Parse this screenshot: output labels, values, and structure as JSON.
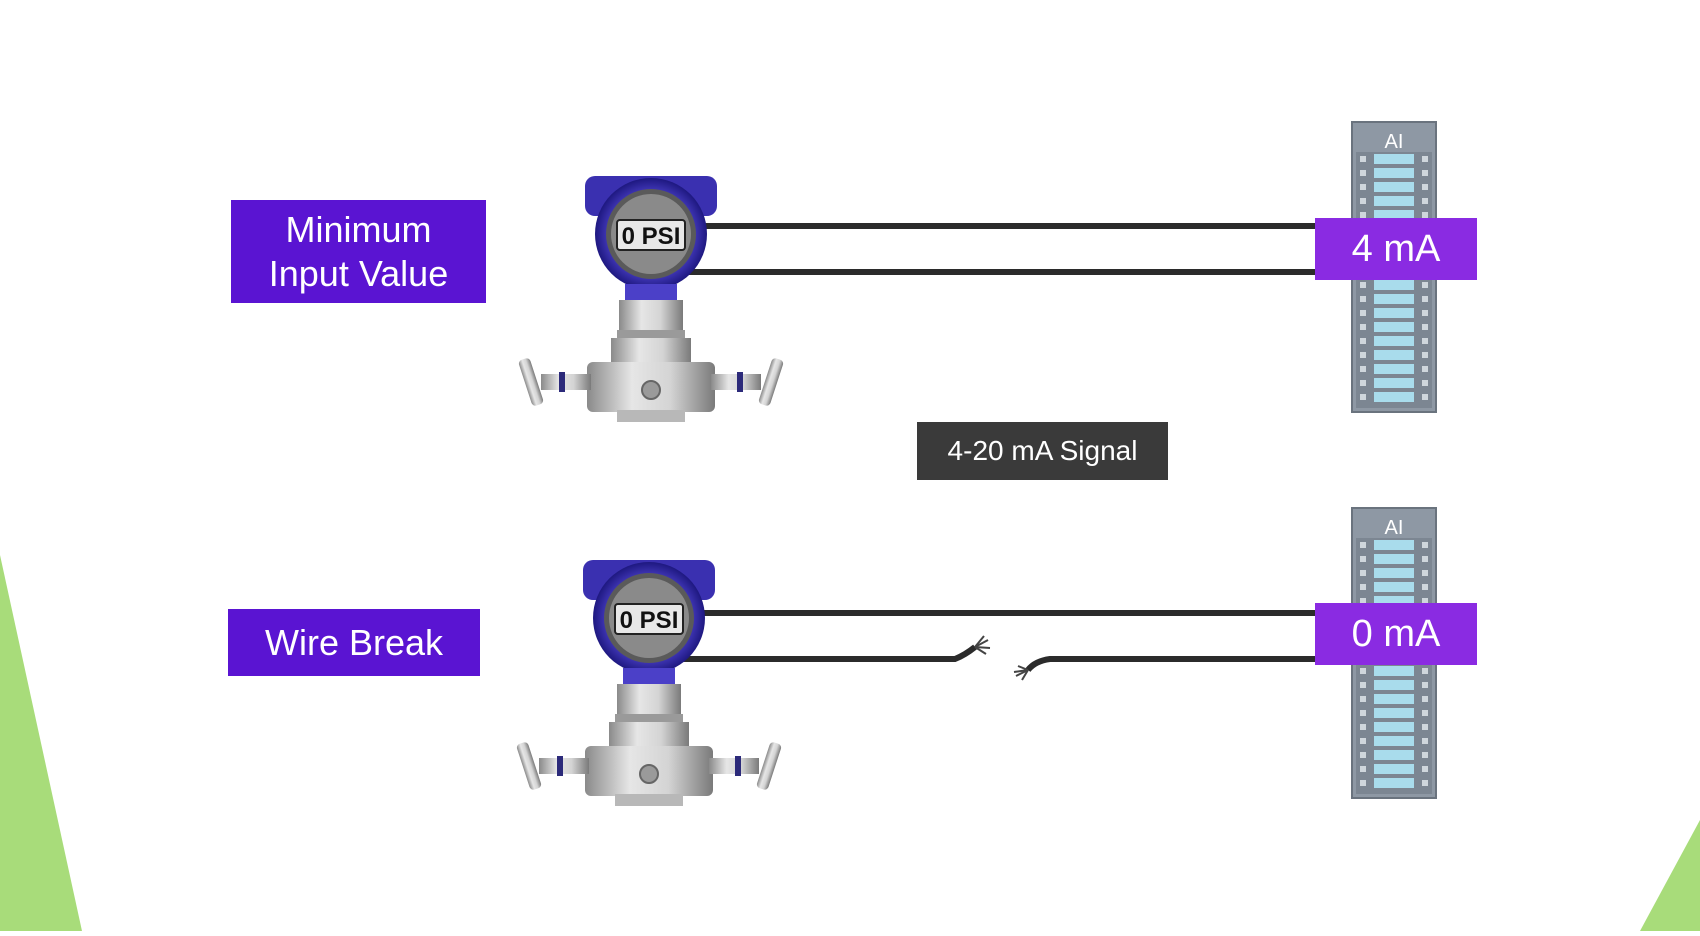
{
  "top_row": {
    "label": "Minimum\nInput Value",
    "display": "0 PSI",
    "module_tag": "AI",
    "current": "4 mA"
  },
  "signal_label": "4-20 mA Signal",
  "bottom_row": {
    "label": "Wire Break",
    "display": "0 PSI",
    "module_tag": "AI",
    "current": "0 mA"
  },
  "colors": {
    "label_purple": "#5a14d2",
    "current_purple": "#8a2be2",
    "transmitter_blue": "#3228a8",
    "module_gray": "#8e98a4",
    "module_led": "#a9dcec",
    "corner_green": "#a8dc7a"
  },
  "icons": [
    "pressure-transmitter-icon",
    "analog-input-module-icon"
  ]
}
